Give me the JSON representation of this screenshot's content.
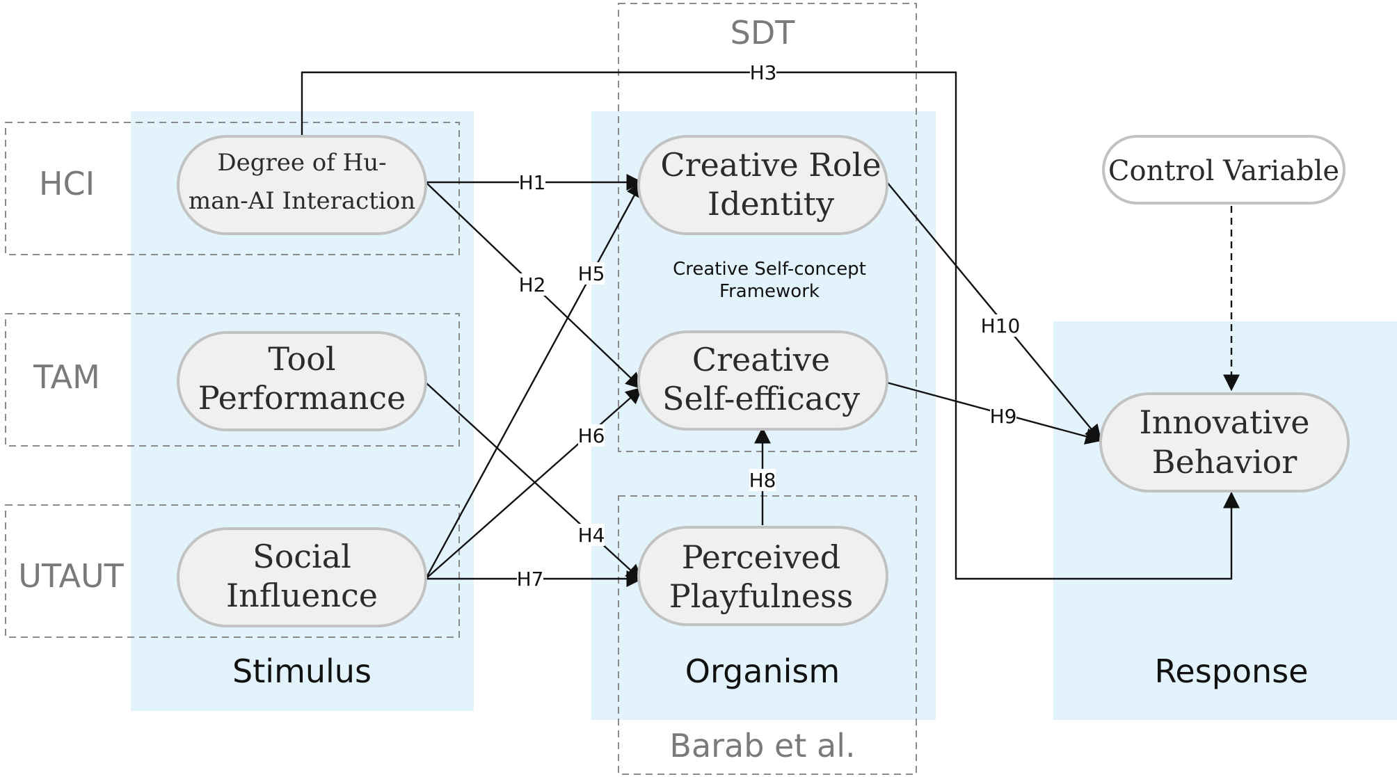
{
  "theories": {
    "hci": "HCI",
    "tam": "TAM",
    "utaut": "UTAUT",
    "sdt": "SDT",
    "barab": "Barab et al."
  },
  "sections": {
    "stimulus": "Stimulus",
    "organism": "Organism",
    "response": "Response"
  },
  "framework_label": {
    "line1": "Creative Self-concept",
    "line2": "Framework"
  },
  "nodes": {
    "degree": [
      "Degree of Hu-",
      "man-AI Interaction"
    ],
    "tool": [
      "Tool",
      "Performance"
    ],
    "social": [
      "Social",
      "Influence"
    ],
    "role": [
      "Creative Role",
      "Identity"
    ],
    "efficacy": [
      "Creative",
      "Self-efficacy"
    ],
    "playful": [
      "Perceived",
      "Playfulness"
    ],
    "innovative": [
      "Innovative",
      "Behavior"
    ],
    "control": [
      "Control Variable"
    ]
  },
  "hypotheses": {
    "h1": "H1",
    "h2": "H2",
    "h3": "H3",
    "h4": "H4",
    "h5": "H5",
    "h6": "H6",
    "h7": "H7",
    "h8": "H8",
    "h9": "H9",
    "h10": "H10"
  },
  "colors": {
    "panel": "#e3f3fc",
    "node_fill": "#f0f0f0",
    "node_stroke": "#c2c2c2",
    "dashed": "#8a8a8a",
    "theory_text": "#7a7a7a",
    "line": "#111111"
  }
}
